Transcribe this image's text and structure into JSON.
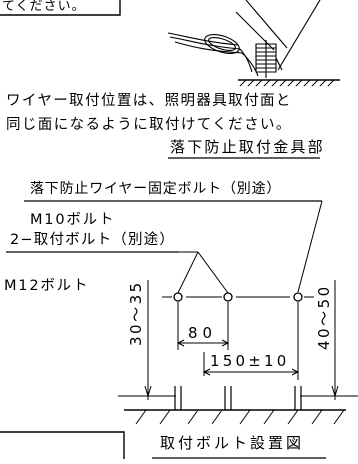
{
  "top_fragment": "てください。",
  "note_line_1": "ワイヤー取付位置は、照明器具取付面と",
  "note_line_2": "同じ面になるように取付けてください。",
  "section_title": "落下防止取付金具部",
  "fixing_bolt_label": "落下防止ワイヤー固定ボルト（別途）",
  "m10_label": "M10ボルト",
  "mounting_bolt_label": "2−取付ボルト（別途）",
  "m12_label": "M12ボルト",
  "dim_left": "30〜35",
  "dim_right": "40〜50",
  "dim_80": "80",
  "dim_150": "150±10",
  "figure_title": "取付ボルト設置図"
}
